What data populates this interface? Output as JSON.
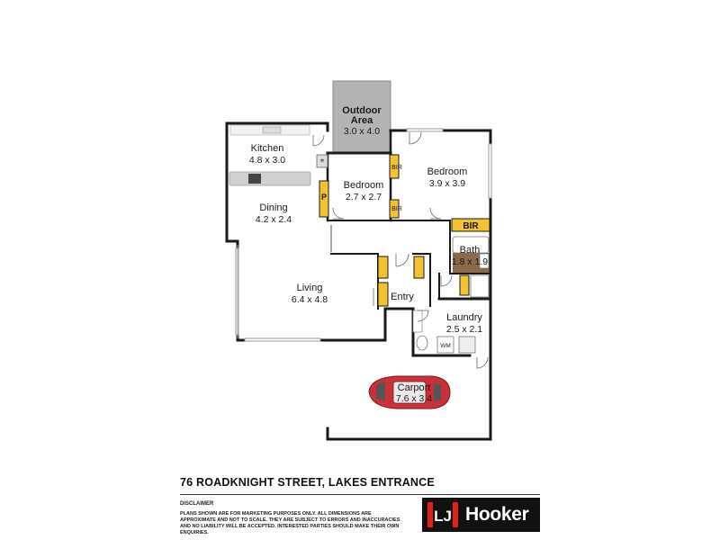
{
  "rooms": {
    "outdoor": {
      "name": "Outdoor Area",
      "name_line1": "Outdoor",
      "name_line2": "Area",
      "dims": "3.0 x 4.0"
    },
    "kitchen": {
      "name": "Kitchen",
      "dims": "4.8 x 3.0"
    },
    "dining": {
      "name": "Dining",
      "dims": "4.2 x 2.4"
    },
    "bedroom1": {
      "name": "Bedroom",
      "dims": "2.7 x 2.7"
    },
    "bedroom2": {
      "name": "Bedroom",
      "dims": "3.9 x 3.9"
    },
    "living": {
      "name": "Living",
      "dims": "6.4 x 4.8"
    },
    "bath": {
      "name": "Bath",
      "dims": "1.8 x 1.9"
    },
    "laundry": {
      "name": "Laundry",
      "dims": "2.5 x 2.1"
    },
    "entry": {
      "name": "Entry"
    },
    "carport": {
      "name": "Carport",
      "dims": "7.6 x 3.4"
    }
  },
  "fixtures": {
    "bir_label": "BIR",
    "pantry_label": "P",
    "wm_label": "WM"
  },
  "colors": {
    "built_in": "#f2c233",
    "outdoor": "#b3b3b3",
    "bath_floor": "#8b6a4a",
    "car": "#c8303a",
    "logo_red": "#e3201b"
  },
  "footer": {
    "address": "76 ROADKNIGHT STREET, LAKES ENTRANCE",
    "disclaimer_title": "DISCLAIMER",
    "disclaimer_text": "PLANS SHOWN ARE FOR MARKETING PURPOSES ONLY. ALL DIMENSIONS ARE APPROXIMATE AND NOT TO SCALE. THEY ARE SUBJECT TO ERRORS AND INACCURACIES AND NO LIABILITY WILL BE ACCEPTED. INTERESTED PARTIES SHOULD MAKE THEIR OWN ENQUIRIES.",
    "logo_mark": "LJ",
    "logo_text": "Hooker"
  }
}
